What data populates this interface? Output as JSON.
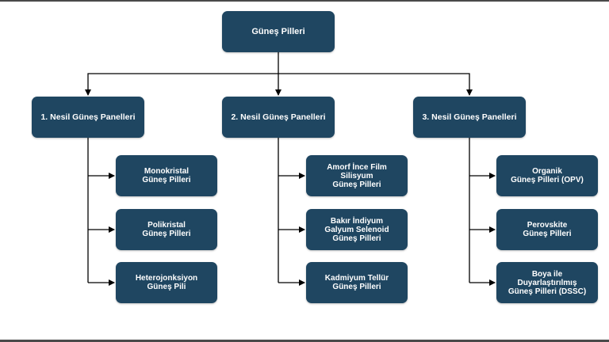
{
  "root": {
    "label": "Güneş Pilleri"
  },
  "generations": [
    {
      "label": "1. Nesil Güneş Panelleri",
      "children": [
        "Monokristal\nGüneş Pilleri",
        "Polikristal\nGüneş Pilleri",
        "Heterojonksiyon\nGüneş Pili"
      ]
    },
    {
      "label": "2. Nesil Güneş Panelleri",
      "children": [
        "Amorf İnce Film\nSilisyum\nGüneş Pilleri",
        "Bakır İndiyum\nGalyum Selenoid\nGüneş Pilleri",
        "Kadmiyum Tellür\nGüneş Pilleri"
      ]
    },
    {
      "label": "3. Nesil Güneş Panelleri",
      "children": [
        "Organik\nGüneş Pilleri (OPV)",
        "Perovskite\nGüneş Pilleri",
        "Boya ile\nDuyarlaştırılmış\nGüneş Pilleri (DSSC)"
      ]
    }
  ],
  "colors": {
    "node_fill": "#1f4661",
    "node_text": "#ffffff",
    "connector": "#000000"
  }
}
